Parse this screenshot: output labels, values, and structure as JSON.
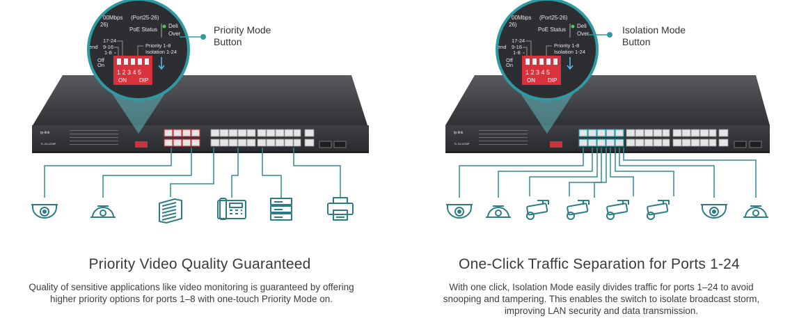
{
  "left": {
    "callout": [
      "Priority Mode",
      "Button"
    ],
    "heading": "Priority Video Quality Guaranteed",
    "description": "Quality of sensitive applications like video monitoring is guaranteed by offering higher priority options for ports 1–8 with one-touch Priority Mode on.",
    "zoom_labels": {
      "speed": "00Mbps",
      "ports": "(Port25-26)",
      "poe": "PoE Status",
      "deli": "Deli",
      "over": "Over",
      "r1": "17-24",
      "r2": "9-16",
      "r3": "1-8",
      "end": "end",
      "off": "Off",
      "on": "On",
      "priority": "Priority 1-8",
      "isolation": "Isolation 1-24",
      "nums": "1 2 3 4 5",
      "on_lbl": "ON",
      "dip": "DIP",
      "num26": "26)"
    },
    "brand": "tp-link",
    "model": "TL-SL1226P",
    "devices": [
      "dome-camera",
      "dome-camera",
      "server",
      "ip-phone",
      "nas",
      "printer"
    ]
  },
  "right": {
    "callout": [
      "Isolation Mode",
      "Button"
    ],
    "heading": "One-Click Traffic Separation for Ports 1-24",
    "description": "With one click, Isolation Mode easily divides traffic for ports 1–24 to avoid snooping and tampering. This enables the switch to isolate broadcast storm, improving LAN security and data transmission.",
    "zoom_labels": {
      "speed": "00Mbps",
      "ports": "(Port25-26)",
      "poe": "PoE Status",
      "deli": "Deli",
      "over": "Over",
      "r1": "17-24",
      "r2": "9-16",
      "r3": "1-8",
      "end": "end",
      "off": "Off",
      "on": "On",
      "priority": "Priority 1-8",
      "isolation": "Isolation 1-24",
      "nums": "1 2 3 4 5",
      "on_lbl": "ON",
      "dip": "DIP",
      "num26": "26)"
    },
    "brand": "tp-link",
    "model": "TL-SL1226P",
    "devices": [
      "dome-camera",
      "dome-camera",
      "bullet-camera",
      "bullet-camera",
      "bullet-camera",
      "bullet-camera",
      "dome-camera",
      "dome-camera"
    ]
  },
  "colors": {
    "accent": "#2e9aa3",
    "line": "#2e8c94",
    "dip_red": "#d9323d",
    "switch_body": "#3b3d41"
  }
}
